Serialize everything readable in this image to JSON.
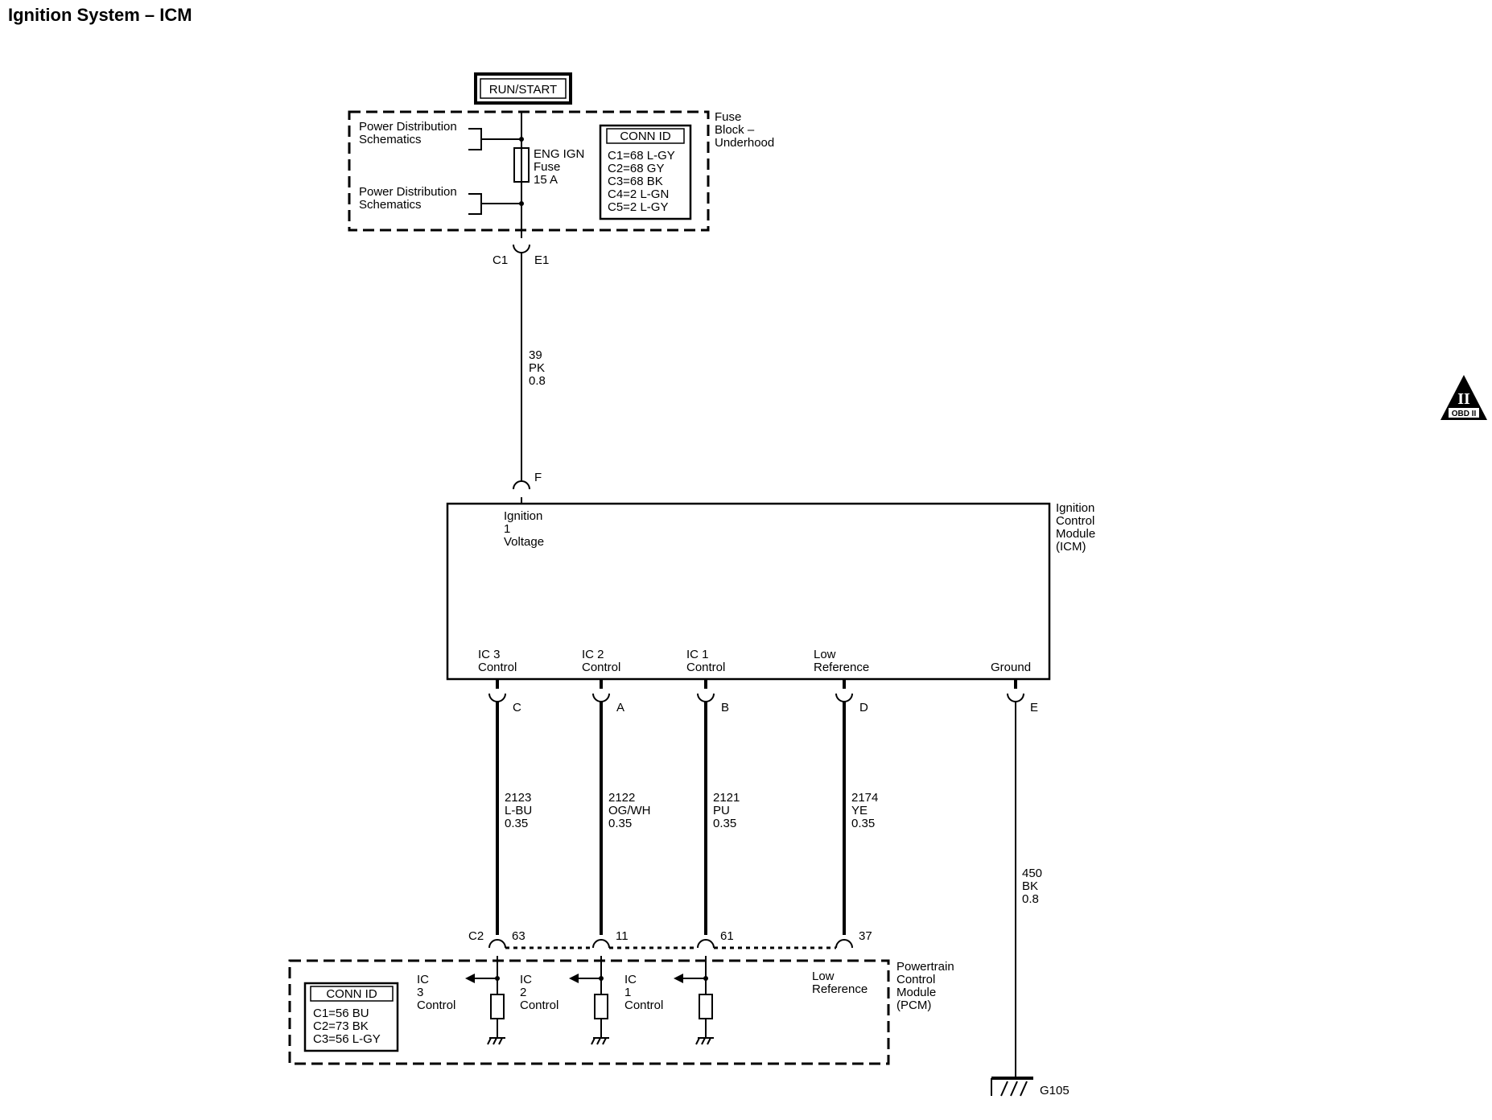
{
  "title": "Ignition System – ICM",
  "power_source": "RUN/START",
  "fuse_block": {
    "name": [
      "Fuse",
      "Block –",
      "Underhood"
    ],
    "power_dist_1": [
      "Power Distribution",
      "Schematics"
    ],
    "power_dist_2": [
      "Power Distribution",
      "Schematics"
    ],
    "fuse": [
      "ENG IGN",
      "Fuse",
      "15 A"
    ],
    "conn_id_title": "CONN ID",
    "conn_id": [
      "C1=68 L-GY",
      "C2=68 GY",
      "C3=68 BK",
      "C4=2 L-GN",
      "C5=2 L-GY"
    ],
    "connector": "C1",
    "pin": "E1"
  },
  "feed_wire": [
    "39",
    "PK",
    "0.8"
  ],
  "icm": {
    "name": [
      "Ignition",
      "Control",
      "Module",
      "(ICM)"
    ],
    "input_pin": "F",
    "input_label": [
      "Ignition",
      "1",
      "Voltage"
    ],
    "outputs": [
      {
        "label": [
          "IC 3",
          "Control"
        ],
        "pin": "C",
        "wire": [
          "2123",
          "L-BU",
          "0.35"
        ],
        "pcm_pin": "63"
      },
      {
        "label": [
          "IC 2",
          "Control"
        ],
        "pin": "A",
        "wire": [
          "2122",
          "OG/WH",
          "0.35"
        ],
        "pcm_pin": "11"
      },
      {
        "label": [
          "IC 1",
          "Control"
        ],
        "pin": "B",
        "wire": [
          "2121",
          "PU",
          "0.35"
        ],
        "pcm_pin": "61"
      },
      {
        "label": [
          "Low",
          "Reference"
        ],
        "pin": "D",
        "wire": [
          "2174",
          "YE",
          "0.35"
        ],
        "pcm_pin": "37"
      }
    ],
    "ground_label": "Ground",
    "ground_pin": "E"
  },
  "ground_wire": [
    "450",
    "BK",
    "0.8"
  ],
  "ground_point": "G105",
  "pcm": {
    "name": [
      "Powertrain",
      "Control",
      "Module",
      "(PCM)"
    ],
    "connector": "C2",
    "conn_id_title": "CONN ID",
    "conn_id": [
      "C1=56 BU",
      "C2=73 BK",
      "C3=56 L-GY"
    ],
    "ic3_label": [
      "IC",
      "3",
      "Control"
    ],
    "ic2_label": [
      "IC",
      "2",
      "Control"
    ],
    "ic1_label": [
      "IC",
      "1",
      "Control"
    ],
    "low_ref_label": [
      "Low",
      "Reference"
    ]
  },
  "badge": {
    "numeral": "II",
    "text": "OBD II"
  }
}
